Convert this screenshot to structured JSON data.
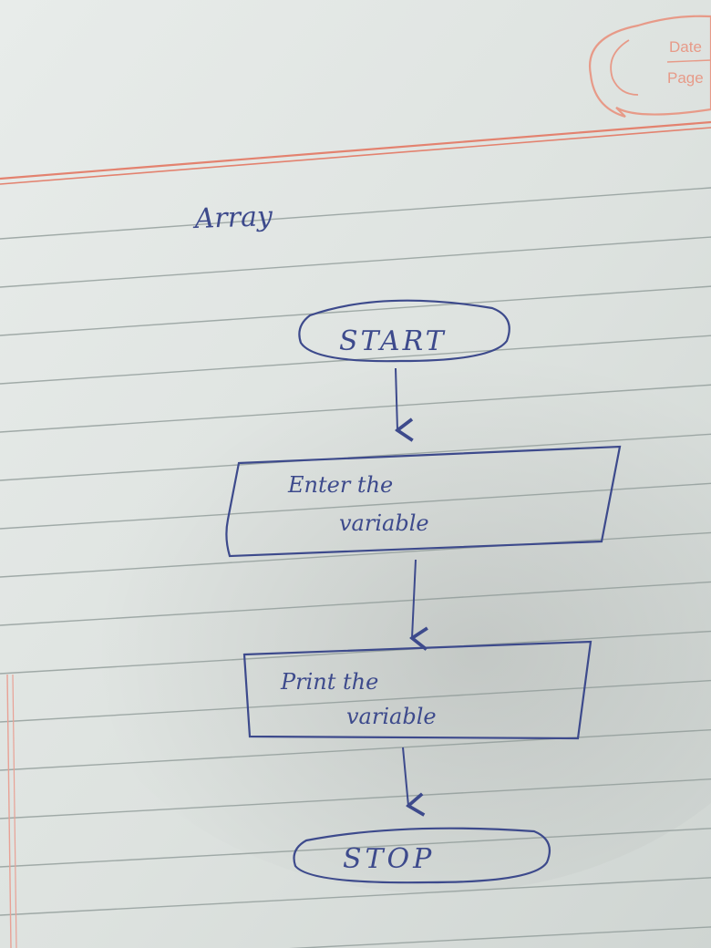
{
  "header": {
    "stamp_labels": [
      "Date",
      "Page"
    ]
  },
  "page_title": "Array",
  "flowchart": {
    "nodes": [
      {
        "id": "start",
        "shape": "terminator",
        "lines": [
          "START"
        ]
      },
      {
        "id": "input",
        "shape": "parallelogram",
        "lines": [
          "Enter the",
          "variable"
        ]
      },
      {
        "id": "output",
        "shape": "rectangle",
        "lines": [
          "Print the",
          "variable"
        ]
      },
      {
        "id": "stop",
        "shape": "terminator",
        "lines": [
          "STOP"
        ]
      }
    ],
    "edges": [
      {
        "from": "start",
        "to": "input"
      },
      {
        "from": "input",
        "to": "output"
      },
      {
        "from": "output",
        "to": "stop"
      }
    ]
  },
  "colors": {
    "ink": "#3d4a8c",
    "paper": "#e4e8e6",
    "rule_line": "#8f9a97",
    "margin_line": "#e3826f",
    "stamp": "#e79a88"
  }
}
